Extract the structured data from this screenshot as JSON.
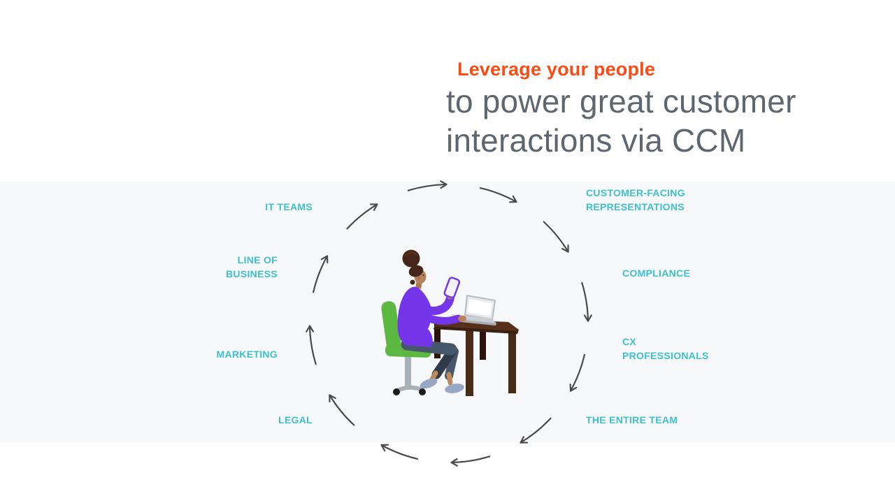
{
  "slide": {
    "header": {
      "eyebrow": "Leverage your people",
      "title": "to power great customer\ninteractions via CCM"
    },
    "colors": {
      "accent_orange": "#FB4B14",
      "title_gray": "#5E6670",
      "label_teal": "#3EC0CC",
      "arrow_gray": "#4A4A4A",
      "band_background": "#F7F8FA"
    },
    "diagram": {
      "arrows": {
        "count": 12,
        "color": "#4A4A4A"
      },
      "labels": [
        {
          "id": "it-teams",
          "text": "IT TEAMS"
        },
        {
          "id": "line-of-business",
          "text": "LINE OF\nBUSINESS"
        },
        {
          "id": "marketing",
          "text": "MARKETING"
        },
        {
          "id": "legal",
          "text": "LEGAL"
        },
        {
          "id": "customer-facing-representations",
          "text": "CUSTOMER-FACING\nREPRESENTATIONS"
        },
        {
          "id": "compliance",
          "text": "COMPLIANCE"
        },
        {
          "id": "cx-professionals",
          "text": "CX\nPROFESSIONALS"
        },
        {
          "id": "the-entire-team",
          "text": "THE ENTIRE TEAM"
        }
      ],
      "illustration": {
        "name": "person-working-at-desk",
        "palette": {
          "chair_green": "#5CB840",
          "sweater_purple": "#7436E8",
          "skin": "#B5825C",
          "skin_ankle": "#C08A5C",
          "hair_brown": "#44261A",
          "pants_slate": "#46566B",
          "pants_dark": "#2F3B49",
          "shoe_blue_gray": "#97A7C4",
          "desk_brown": "#3A2013",
          "desk_dark": "#2B1309",
          "desk_leg_light": "#4A2B16",
          "laptop_gray": "#C9CED4",
          "phone_purple": "#6D3BF0"
        }
      }
    }
  }
}
